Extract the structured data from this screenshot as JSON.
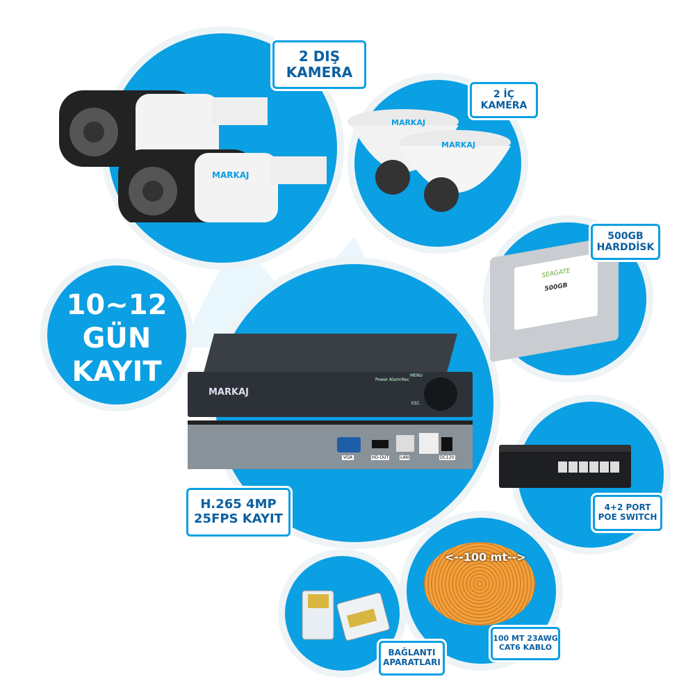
{
  "brand": "MARKAJ",
  "colors": {
    "accent": "#0b9fe3",
    "label_text": "#0b5fa0"
  },
  "labels": {
    "outdoor": [
      "2 DIŞ",
      "KAMERA"
    ],
    "indoor": [
      "2 İÇ",
      "KAMERA"
    ],
    "hdd": [
      "500GB",
      "HARDDİSK"
    ],
    "record_days": [
      "10~12",
      "GÜN",
      "KAYIT"
    ],
    "nvr": [
      "H.265 4MP",
      "25FPS KAYIT"
    ],
    "switch": [
      "4+2 PORT",
      "POE SWITCH"
    ],
    "cable_length": "<--100 mt-->",
    "cable": [
      "100 MT 23AWG",
      "CAT6 KABLO"
    ],
    "connectors": [
      "BAĞLANTI",
      "APARATLARI"
    ]
  },
  "nvr_panel": {
    "power": "Power",
    "alarm": "Alarm",
    "rec": "Rec",
    "menu": "MENU",
    "esc": "ESC",
    "vga": "VGA",
    "hdmi": "HD-OUT",
    "lan": "LAN",
    "dc": "DC12V"
  },
  "hdd_brand": "SEAGATE",
  "hdd_capacity": "500GB"
}
